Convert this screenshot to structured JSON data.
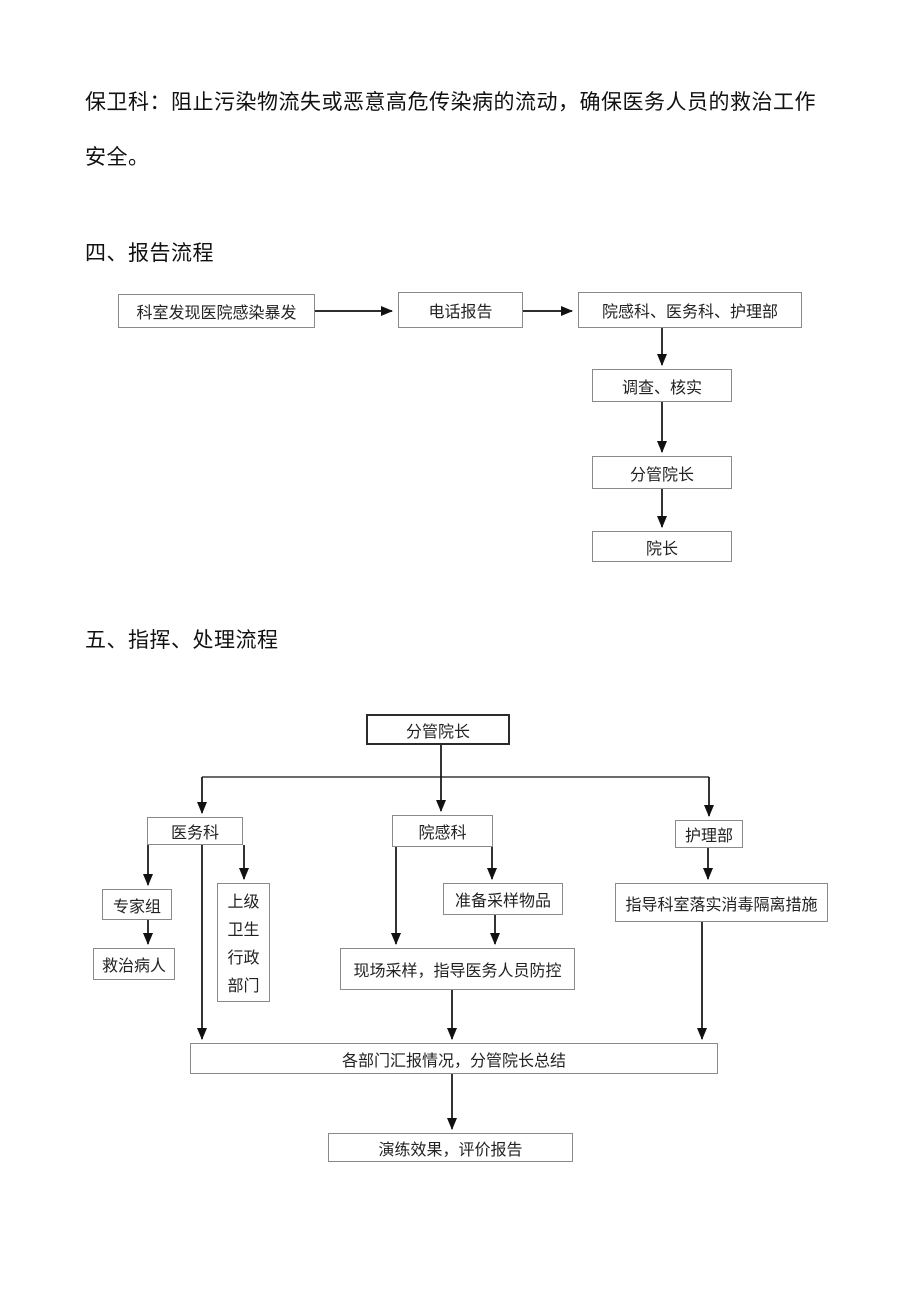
{
  "document": {
    "paragraph": {
      "line1": "保卫科：阻止污染物流失或恶意高危传染病的流动，确保医务人员的救治工作",
      "line2": "安全。"
    },
    "section_report": {
      "heading": "四、报告流程",
      "nodes": {
        "discover": "科室发现医院感染暴发",
        "phone": "电话报告",
        "depts": "院感科、医务科、护理部",
        "verify": "调查、核实",
        "vice": "分管院长",
        "president": "院长"
      }
    },
    "section_command": {
      "heading": "五、指挥、处理流程",
      "nodes": {
        "vice": "分管院长",
        "medical": "医务科",
        "infection": "院感科",
        "nursing": "护理部",
        "experts": "专家组",
        "superior": "上级卫生行政部门",
        "treat": "救治病人",
        "prepare": "准备采样物品",
        "sampling": "现场采样，指导医务人员防控",
        "disinfect": "指导科室落实消毒隔离措施",
        "summary": "各部门汇报情况，分管院长总结",
        "evaluate": "演练效果，评价报告"
      }
    },
    "colors": {
      "text": "#1a1a1a",
      "box_border": "#8a8a8a",
      "dark_border": "#2b2b2b",
      "line": "#111111"
    }
  }
}
